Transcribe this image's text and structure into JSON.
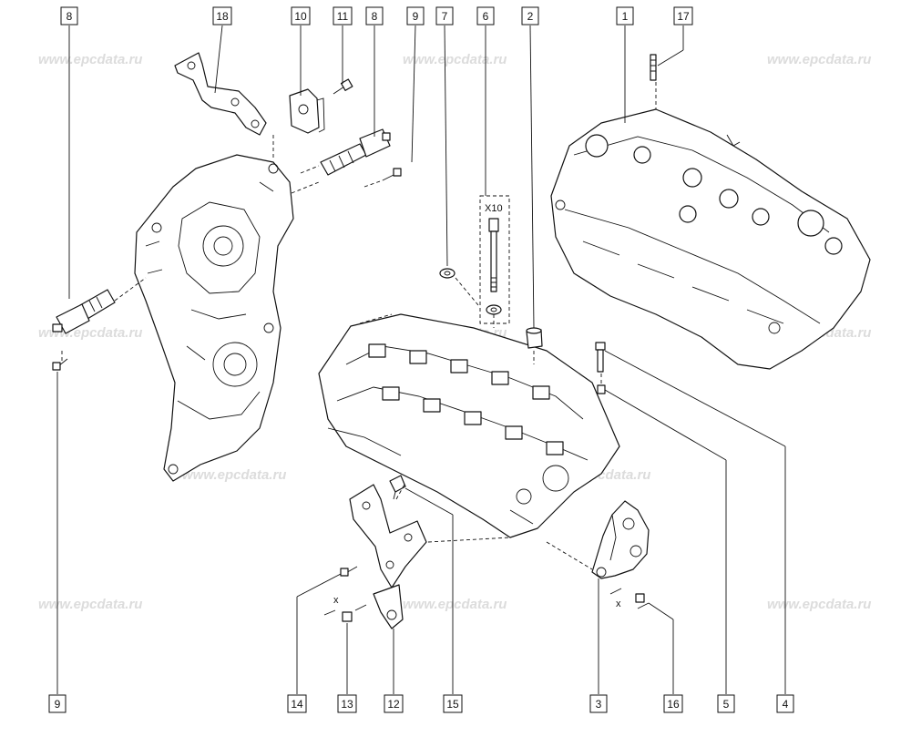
{
  "watermark": "www.epcdata.ru",
  "callouts": [
    {
      "id": "c8a",
      "label": "8"
    },
    {
      "id": "c18",
      "label": "18"
    },
    {
      "id": "c10",
      "label": "10"
    },
    {
      "id": "c11",
      "label": "11"
    },
    {
      "id": "c8b",
      "label": "8"
    },
    {
      "id": "c9a",
      "label": "9"
    },
    {
      "id": "c7",
      "label": "7"
    },
    {
      "id": "c6",
      "label": "6"
    },
    {
      "id": "c2",
      "label": "2"
    },
    {
      "id": "c1",
      "label": "1"
    },
    {
      "id": "c17",
      "label": "17"
    },
    {
      "id": "c9b",
      "label": "9"
    },
    {
      "id": "c14",
      "label": "14"
    },
    {
      "id": "c13",
      "label": "13"
    },
    {
      "id": "c12",
      "label": "12"
    },
    {
      "id": "c15",
      "label": "15"
    },
    {
      "id": "c3",
      "label": "3"
    },
    {
      "id": "c16",
      "label": "16"
    },
    {
      "id": "c5",
      "label": "5"
    },
    {
      "id": "c4",
      "label": "4"
    }
  ],
  "annotations": {
    "bolt_quantity": "X10",
    "multiplier_left": "x",
    "multiplier_right": "x"
  }
}
